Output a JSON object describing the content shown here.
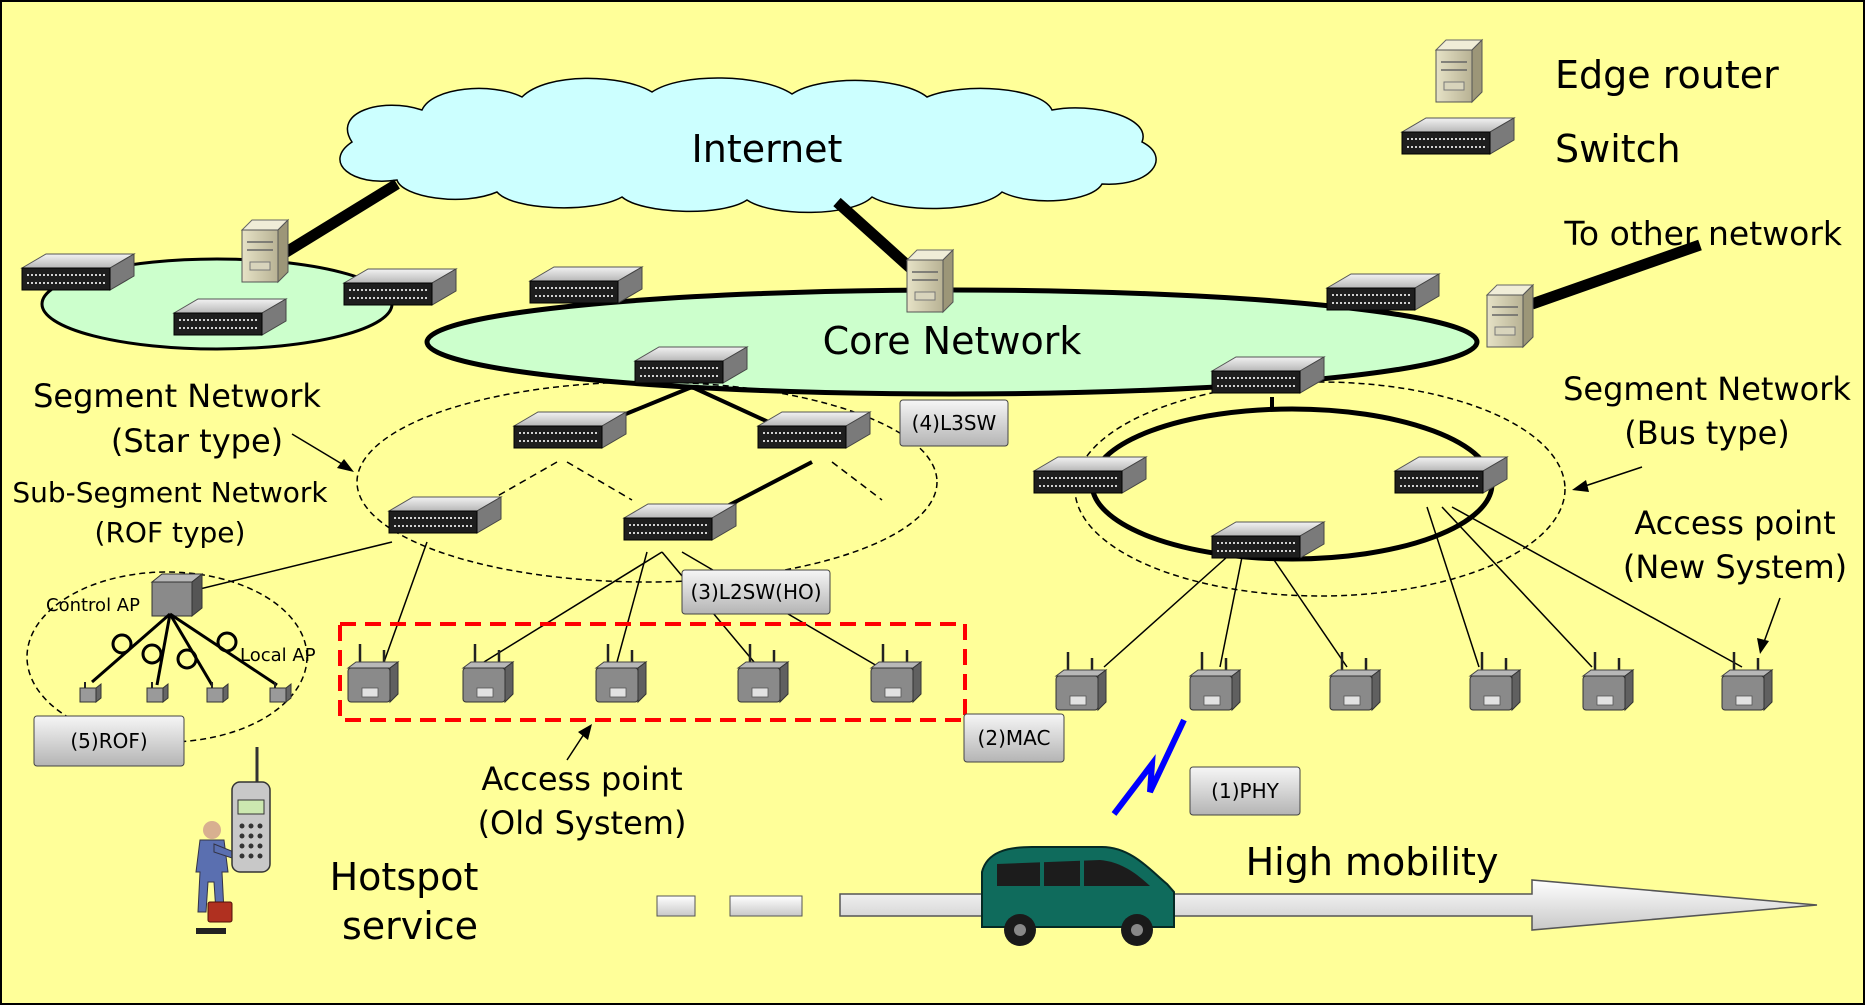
{
  "legend": {
    "edge_router": "Edge router",
    "switch": "Switch"
  },
  "labels": {
    "internet": "Internet",
    "core_network": "Core Network",
    "to_other_network": "To other network",
    "segment_star_1": "Segment Network",
    "segment_star_2": "(Star type)",
    "segment_bus_1": "Segment Network",
    "segment_bus_2": "(Bus type)",
    "subsegment_1": "Sub-Segment Network",
    "subsegment_2": "(ROF type)",
    "control_ap": "Control AP",
    "local_ap": "Local AP",
    "ap_new_1": "Access point",
    "ap_new_2": "(New System)",
    "ap_old_1": "Access point",
    "ap_old_2": "(Old System)",
    "hotspot_1": "Hotspot",
    "hotspot_2": "service",
    "high_mobility": "High mobility"
  },
  "tags": {
    "phy": "(1)PHY",
    "mac": "(2)MAC",
    "l2sw": "(3)L2SW(HO)",
    "l3sw": "(4)L3SW",
    "rof": "(5)ROF)"
  },
  "colors": {
    "background": "#ffff99",
    "cloud": "#ccffff",
    "network_fill": "#ccffcc",
    "old_system_box": "#ff0000",
    "wireless_link": "#0000ff",
    "vehicle": "#0f6b5c"
  }
}
